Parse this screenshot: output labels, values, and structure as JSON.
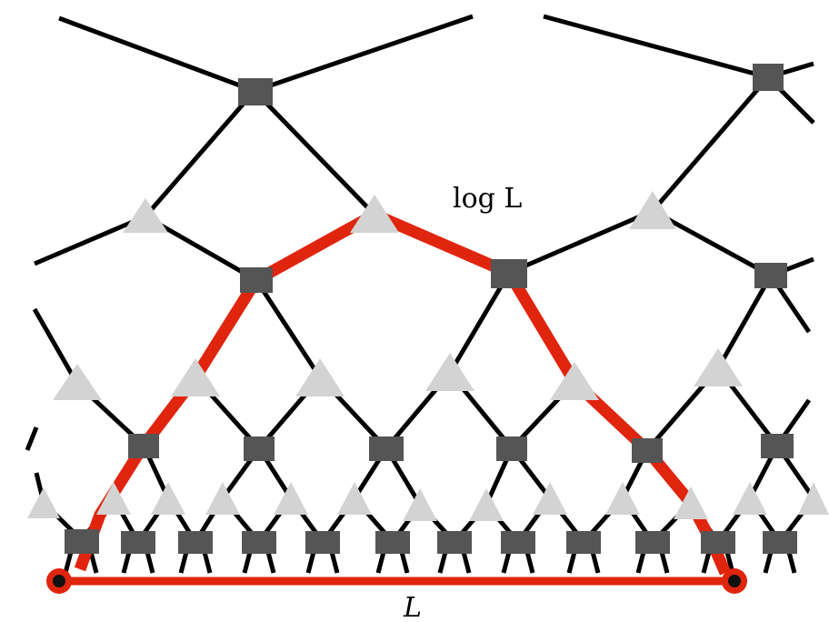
{
  "labels": {
    "depth": "log L",
    "distance": "L"
  },
  "colors": {
    "highlight": "#e0250f",
    "square_node": "#555555",
    "triangle_node": "#d3d3d3",
    "edge": "#000000"
  },
  "node_shapes": [
    "square",
    "triangle"
  ]
}
